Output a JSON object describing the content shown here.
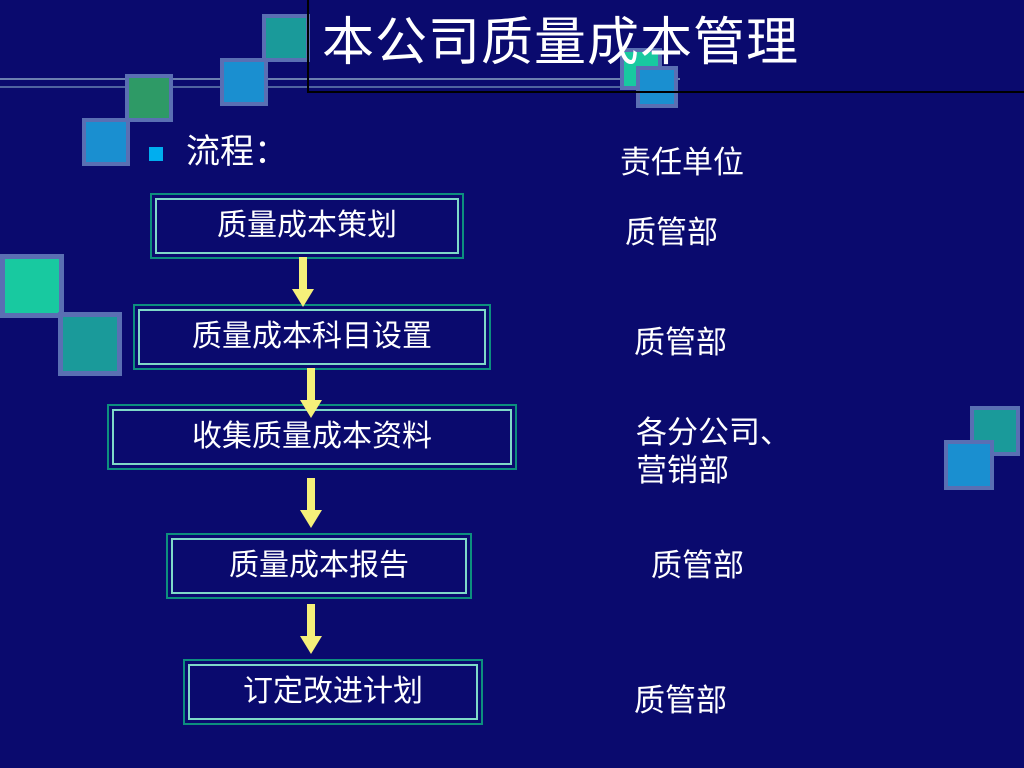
{
  "title": "本公司质量成本管理",
  "bullet": "流程：",
  "column_header": "责任单位",
  "steps": [
    {
      "label": "质量成本策划",
      "dept": "质管部"
    },
    {
      "label": "质量成本科目设置",
      "dept": "质管部"
    },
    {
      "label": "收集质量成本资料",
      "dept_lines": [
        "各分公司、",
        "营销部"
      ]
    },
    {
      "label": "质量成本报告",
      "dept": "质管部"
    },
    {
      "label": "订定改进计划",
      "dept": "质管部"
    }
  ],
  "colors": {
    "background": "#0a0a6e",
    "box_border": "#7fd9c8",
    "arrow": "#f5f07a",
    "bullet": "#00aeef"
  }
}
